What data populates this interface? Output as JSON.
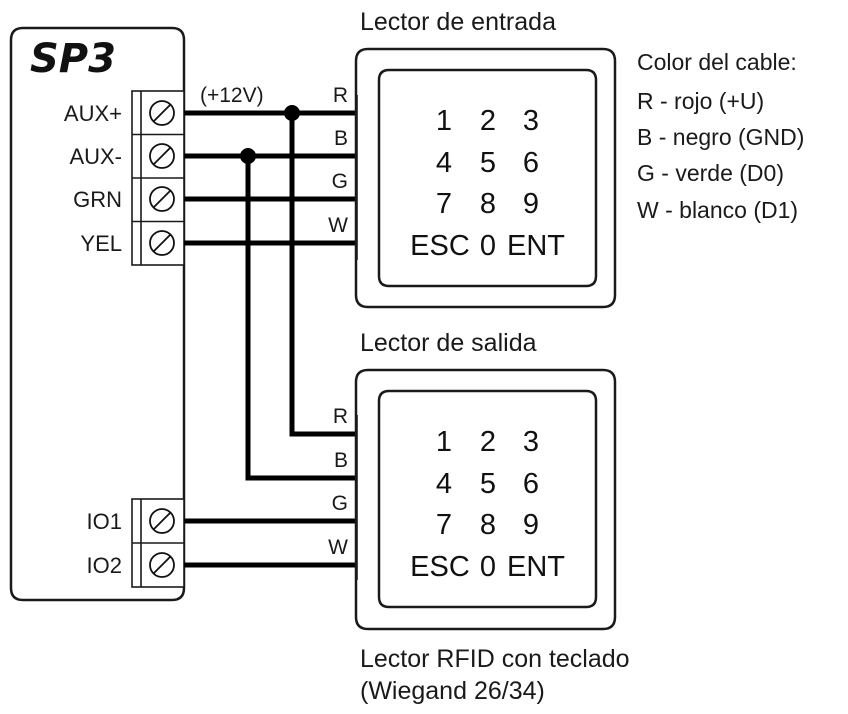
{
  "controller": {
    "name": "SP3",
    "terminals_top": [
      "AUX+",
      "AUX-",
      "GRN",
      "YEL"
    ],
    "terminals_bottom": [
      "IO1",
      "IO2"
    ],
    "supply_label": "(+12V)"
  },
  "reader_entry": {
    "title": "Lector de entrada",
    "wires": [
      "R",
      "B",
      "G",
      "W"
    ],
    "keypad": [
      [
        "1",
        "2",
        "3"
      ],
      [
        "4",
        "5",
        "6"
      ],
      [
        "7",
        "8",
        "9"
      ],
      [
        "ESC",
        "0",
        "ENT"
      ]
    ]
  },
  "reader_exit": {
    "title": "Lector de salida",
    "wires": [
      "R",
      "B",
      "G",
      "W"
    ],
    "keypad": [
      [
        "1",
        "2",
        "3"
      ],
      [
        "4",
        "5",
        "6"
      ],
      [
        "7",
        "8",
        "9"
      ],
      [
        "ESC",
        "0",
        "ENT"
      ]
    ]
  },
  "legend": {
    "title": "Color del cable:",
    "items": [
      "R - rojo (+U)",
      "B - negro (GND)",
      "G - verde (D0)",
      "W - blanco (D1)"
    ]
  },
  "footer": {
    "line1": "Lector RFID con teclado",
    "line2": "(Wiegand 26/34)"
  },
  "connections": [
    {
      "from": "AUX+",
      "to": [
        "reader_entry.R",
        "reader_exit.R"
      ]
    },
    {
      "from": "AUX-",
      "to": [
        "reader_entry.B",
        "reader_exit.B"
      ]
    },
    {
      "from": "GRN",
      "to": [
        "reader_entry.G"
      ]
    },
    {
      "from": "YEL",
      "to": [
        "reader_entry.W"
      ]
    },
    {
      "from": "IO1",
      "to": [
        "reader_exit.G"
      ]
    },
    {
      "from": "IO2",
      "to": [
        "reader_exit.W"
      ]
    }
  ]
}
